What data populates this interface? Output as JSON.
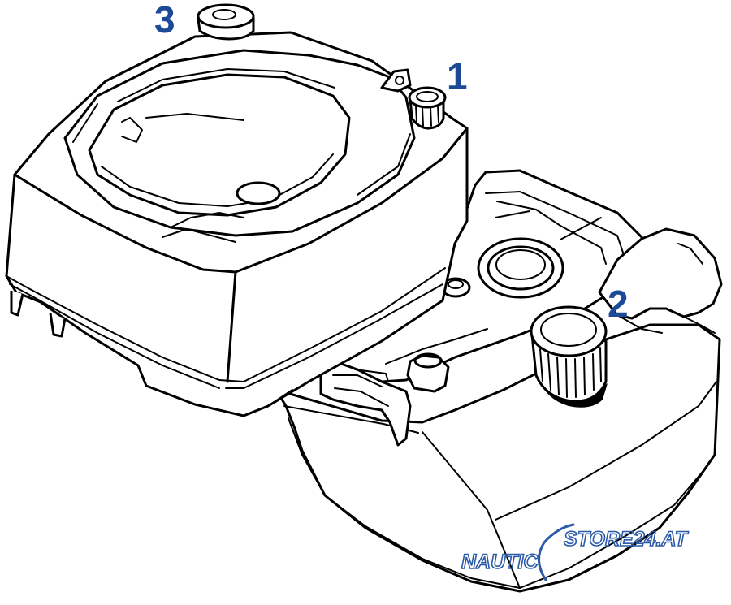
{
  "callouts": [
    {
      "id": "1",
      "label": "1"
    },
    {
      "id": "2",
      "label": "2"
    },
    {
      "id": "3",
      "label": "3"
    }
  ],
  "logo": {
    "left": "NAUTIC",
    "right": "STORE24.AT"
  },
  "colors": {
    "callout": "#1c4a96",
    "line": "#000000",
    "logo": "#2a5aa8"
  }
}
